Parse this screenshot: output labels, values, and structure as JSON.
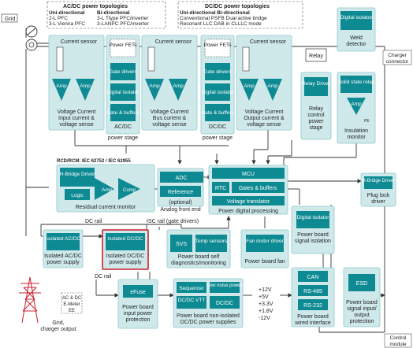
{
  "colors": {
    "block": "#0e8a93",
    "panel": "#cfe9eb",
    "panel_stroke": "#8fc9cd",
    "line": "#333333",
    "highlight": "#c8202e",
    "dashed": "#444444"
  },
  "top": {
    "grid": "Grid",
    "ac_title": "AC/DC power topologies",
    "ac_uni_h": "Uni-directional",
    "ac_uni_1": "2-L PFC",
    "ac_uni_2": "3-L Vienna PFC",
    "ac_bi_h": "Bi-directional",
    "ac_bi_1": "3-L Ttype PFC/inverter",
    "ac_bi_2": "3-LANPC PFC/inverter",
    "dc_title": "DC/DC power topologies",
    "dc_h": "Uni-directional Bi-directional",
    "dc_1": "Conventional PSFB Dual active bridge",
    "dc_2": "Resonant LLC DAB in CLLLC mode",
    "charger_1": "Charger",
    "charger_2": "connector"
  },
  "row1": {
    "current_sensor": "Current sensor",
    "power_fets": "Power FETs",
    "amp": "Amp",
    "gate_drivers": "Gate drivers",
    "digital_isolator": "Digital isolator",
    "gate_buffers": "Gate & buffers",
    "c1_l1": "Voltage Current",
    "c1_l2": "Input current &",
    "c1_l3": "voltage sense",
    "c2_l1": "AC/DC",
    "c2_l2": "power stage",
    "c3_l1": "Voltage Current",
    "c3_l2": "Bus current &",
    "c3_l3": "voltage sense",
    "c4_l1": "DC/DC",
    "c4_l2": "power stage",
    "c5_l1": "Voltage Current",
    "c5_l2": "Output current &",
    "c5_l3": "voltage sense",
    "relay": "Relay",
    "relay_driver": "Relay Driver",
    "relay_ctrl_1": "Relay",
    "relay_ctrl_2": "control",
    "relay_ctrl_3": "power",
    "relay_ctrl_4": "stage",
    "weld_isolator": "Digital isolator",
    "weld_1": "Weld",
    "weld_2": "detector",
    "ssr": "Solid state relay",
    "pe": "PE",
    "ins_1": "Insulation",
    "ins_2": "monitor"
  },
  "row2": {
    "rcd_title": "RCD/RCM: IEC 62752 / IEC 62955",
    "hbridge": "H-Bridge Driver",
    "logic": "Logic",
    "amp": "Amp",
    "comp": "Comp",
    "rcm_caption": "Residual current monitor",
    "adc": "ADC",
    "reference": "Reference",
    "afe_1": "(optional)",
    "afe_2": "Analog front end",
    "mcu": "MCU",
    "rtc": "RTC",
    "gates": "Gates & buffers",
    "vtrans": "Voltage translator",
    "pdp": "Power digital processing",
    "plug_hbridge": "H-Bridge Driver",
    "plug_1": "Plug lock",
    "plug_2": "driver"
  },
  "row3": {
    "dc_rail": "DC rail",
    "iso_acdc": "Isolated AC/DC",
    "iso_acdc_1": "Isolated AC/DC",
    "iso_acdc_2": "power supply",
    "iso_dcdc": "Isolated DC/DC",
    "iso_dcdc_1": "Isolated DC/DC",
    "iso_dcdc_2": "power supply",
    "isc_rail": "ISC rail (gate drivers)",
    "svs": "SVS",
    "temp": "Temp sensors",
    "diag_1": "Power board self",
    "diag_2": "diagnostics/monitoring",
    "fan": "Fan motor driver",
    "fan_cap": "Power board fan",
    "sig_iso": "Digital isolator",
    "sig_iso_1": "Power board",
    "sig_iso_2": "signal isolation"
  },
  "row4": {
    "dc_rail": "DC rail",
    "efuse": "eFuse",
    "ef_1": "Power board",
    "ef_2": "input power",
    "ef_3": "protection",
    "sequencer": "Sequencer",
    "ldo": "Low noise power",
    "vtt": "DC/DC VTT",
    "dcdc": "DC/DC",
    "na_1": "Power board non-isolated",
    "na_2": "DC/DC power supplies",
    "rails": [
      "+12V",
      "+5V",
      "+3.3V",
      "+1.8V",
      "-12V"
    ],
    "can": "CAN",
    "rs485": "RS-485",
    "rs232": "RS-232",
    "wi_1": "Power board",
    "wi_2": "wired interface",
    "esd": "ESD",
    "esd_1": "Power board",
    "esd_2": "signal input/",
    "esd_3": "output",
    "esd_4": "protection",
    "control_1": "Control",
    "control_2": "module",
    "meter_1": "AC & DC",
    "meter_2": "E-Meter",
    "meter_3": "EE",
    "grid_out_1": "Grid,",
    "grid_out_2": "charger output"
  }
}
